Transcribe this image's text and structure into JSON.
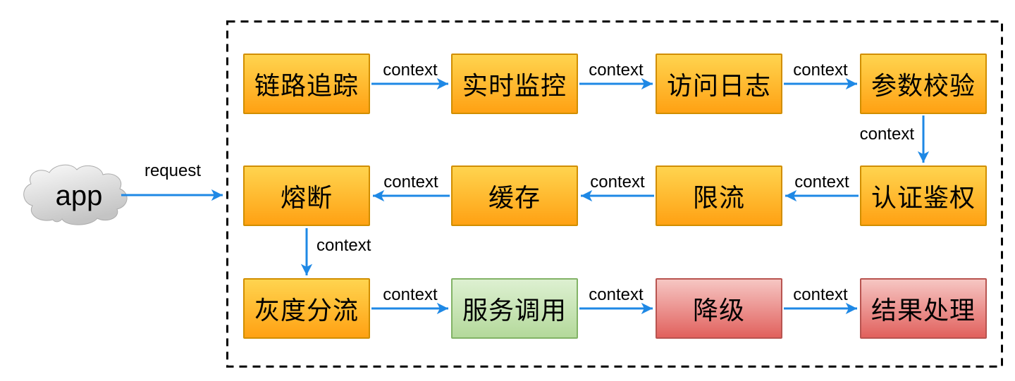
{
  "diagram": {
    "cloud": {
      "label": "app"
    },
    "nodes": [
      {
        "label": "链路追踪",
        "color": "orange"
      },
      {
        "label": "实时监控",
        "color": "orange"
      },
      {
        "label": "访问日志",
        "color": "orange"
      },
      {
        "label": "参数校验",
        "color": "orange"
      },
      {
        "label": "认证鉴权",
        "color": "orange"
      },
      {
        "label": "限流",
        "color": "orange"
      },
      {
        "label": "缓存",
        "color": "orange"
      },
      {
        "label": "熔断",
        "color": "orange"
      },
      {
        "label": "灰度分流",
        "color": "orange"
      },
      {
        "label": "服务调用",
        "color": "green"
      },
      {
        "label": "降级",
        "color": "red"
      },
      {
        "label": "结果处理",
        "color": "red"
      }
    ],
    "edges": [
      {
        "from": "app",
        "to": "pipeline",
        "label": "request"
      },
      {
        "from": "链路追踪",
        "to": "实时监控",
        "label": "context"
      },
      {
        "from": "实时监控",
        "to": "访问日志",
        "label": "context"
      },
      {
        "from": "访问日志",
        "to": "参数校验",
        "label": "context"
      },
      {
        "from": "参数校验",
        "to": "认证鉴权",
        "label": "context"
      },
      {
        "from": "认证鉴权",
        "to": "限流",
        "label": "context"
      },
      {
        "from": "限流",
        "to": "缓存",
        "label": "context"
      },
      {
        "from": "缓存",
        "to": "熔断",
        "label": "context"
      },
      {
        "from": "熔断",
        "to": "灰度分流",
        "label": "context"
      },
      {
        "from": "灰度分流",
        "to": "服务调用",
        "label": "context"
      },
      {
        "from": "服务调用",
        "to": "降级",
        "label": "context"
      },
      {
        "from": "降级",
        "to": "结果处理",
        "label": "context"
      }
    ],
    "colors": {
      "arrow": "#1E88E5",
      "orange_fill_top": "#FFD44F",
      "orange_fill_bottom": "#FFA113",
      "orange_border": "#D18E00",
      "green_fill_top": "#DDF0D1",
      "green_fill_bottom": "#B4D99B",
      "green_border": "#82B366",
      "red_fill_top": "#F6C6C3",
      "red_fill_bottom": "#E1615D",
      "red_border": "#B85450",
      "cloud_fill_top": "#FAFAFA",
      "cloud_fill_bottom": "#C4C4C4",
      "container_border": "#000000"
    }
  }
}
